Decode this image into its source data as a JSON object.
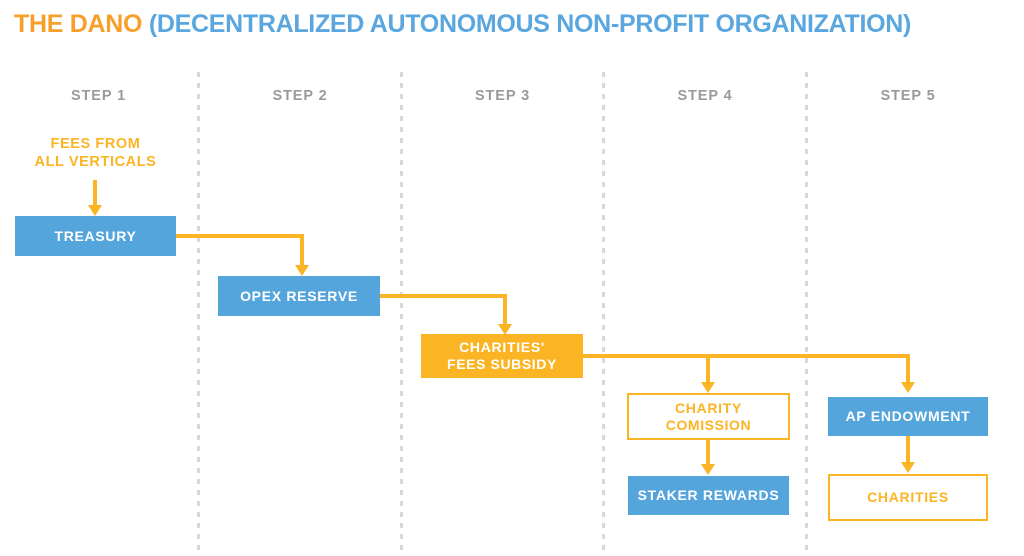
{
  "title": {
    "part_orange": "THE DANO ",
    "part_blue": "(DECENTRALIZED AUTONOMOUS NON-PROFIT ORGANIZATION)"
  },
  "colors": {
    "orange": "#FBB424",
    "title_orange": "#F6A02A",
    "blue": "#55A5DD",
    "title_blue": "#5AA7DF",
    "step_label_gray": "#9A9A9A",
    "separator_gray": "#D8D8D8",
    "background": "#FFFFFF"
  },
  "steps": [
    {
      "label": "STEP 1"
    },
    {
      "label": "STEP 2"
    },
    {
      "label": "STEP 3"
    },
    {
      "label": "STEP 4"
    },
    {
      "label": "STEP 5"
    }
  ],
  "captions": [
    {
      "name": "fees-from-all-verticals",
      "line1": "FEES FROM",
      "line2": "ALL VERTICALS"
    }
  ],
  "nodes": [
    {
      "id": "treasury",
      "step": 1,
      "style": "blue",
      "line1": "TREASURY",
      "line2": ""
    },
    {
      "id": "opex-reserve",
      "step": 2,
      "style": "blue",
      "line1": "OPEX RESERVE",
      "line2": ""
    },
    {
      "id": "charities-fees-subsidy",
      "step": 3,
      "style": "orange",
      "line1": "CHARITIES'",
      "line2": "FEES SUBSIDY"
    },
    {
      "id": "charity-comission",
      "step": 4,
      "style": "outline",
      "line1": "CHARITY",
      "line2": "COMISSION"
    },
    {
      "id": "staker-rewards",
      "step": 4,
      "style": "blue",
      "line1": "STAKER REWARDS",
      "line2": ""
    },
    {
      "id": "ap-endowment",
      "step": 5,
      "style": "blue",
      "line1": "AP ENDOWMENT",
      "line2": ""
    },
    {
      "id": "charities",
      "step": 5,
      "style": "outline",
      "line1": "CHARITIES",
      "line2": ""
    }
  ],
  "flows": [
    {
      "from": "fees-from-all-verticals",
      "to": "treasury"
    },
    {
      "from": "treasury",
      "to": "opex-reserve"
    },
    {
      "from": "opex-reserve",
      "to": "charities-fees-subsidy"
    },
    {
      "from": "charities-fees-subsidy",
      "to": "charity-comission"
    },
    {
      "from": "charities-fees-subsidy",
      "to": "ap-endowment"
    },
    {
      "from": "charity-comission",
      "to": "staker-rewards"
    },
    {
      "from": "ap-endowment",
      "to": "charities"
    }
  ]
}
